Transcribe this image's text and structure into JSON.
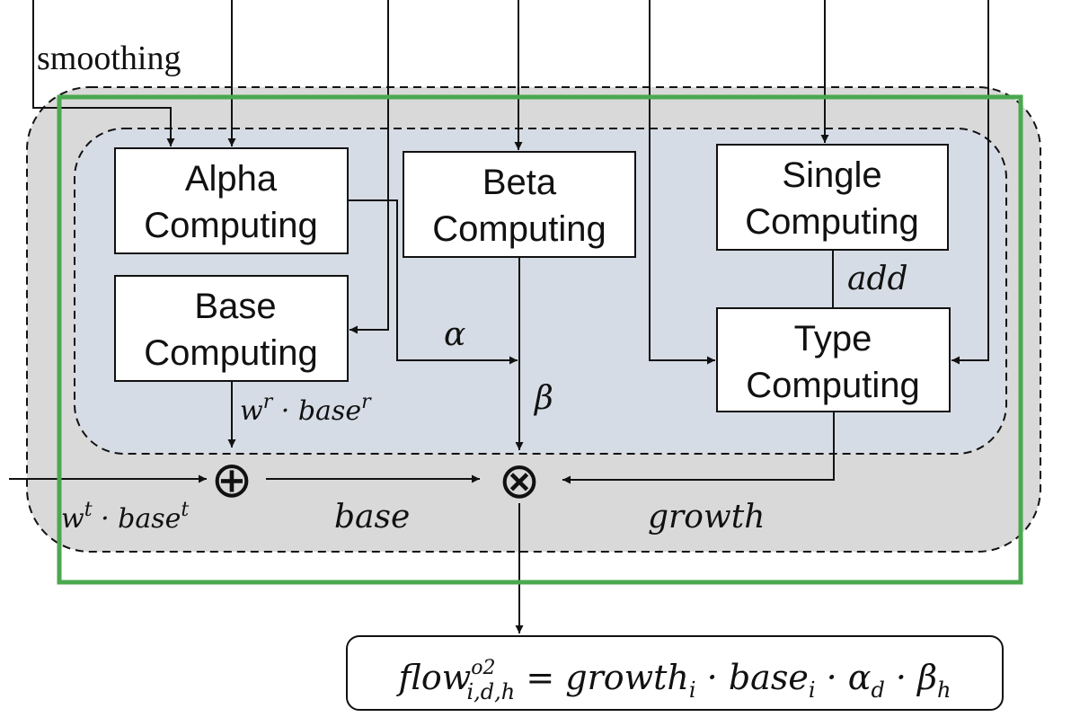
{
  "labels": {
    "smoothing": "smoothing",
    "alpha_box": [
      "Alpha",
      "Computing"
    ],
    "beta_box": [
      "Beta",
      "Computing"
    ],
    "single_box": [
      "Single",
      "Computing"
    ],
    "base_box": [
      "Base",
      "Computing"
    ],
    "type_box": [
      "Type",
      "Computing"
    ],
    "add": "add",
    "alpha": "α",
    "beta": "β",
    "base": "base",
    "growth": "growth"
  },
  "terms": {
    "wr_base_r": {
      "w": "w",
      "w_sup": "r",
      "dot": " · ",
      "base": "base",
      "base_sup": "r"
    },
    "wt_base_t": {
      "w": "w",
      "w_sup": "t",
      "dot": " · ",
      "base": "base",
      "base_sup": "t"
    }
  },
  "formula": {
    "flow": "flow",
    "flow_sup": "o2",
    "flow_sub": "i,d,h",
    "eq": " = ",
    "growth": "growth",
    "growth_sub": "i",
    "dot": " · ",
    "base": "base",
    "base_sub": "i",
    "alpha": "α",
    "alpha_sub": "d",
    "beta": "β",
    "beta_sub": "h"
  },
  "operators": {
    "plus": "⊕",
    "times": "⊗"
  },
  "colors": {
    "outer_region": "#d9d9d9",
    "inner_region": "#d6dce5",
    "highlight_frame": "#4aa84f",
    "stroke": "#111111"
  }
}
